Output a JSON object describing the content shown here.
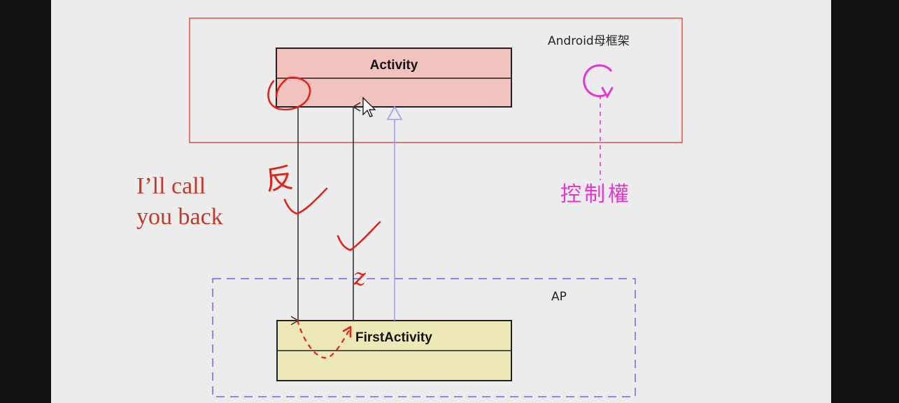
{
  "framework_box": {
    "label": "Android母框架"
  },
  "activity_class": {
    "name": "Activity"
  },
  "ap_box": {
    "label": "AP"
  },
  "first_activity_class": {
    "name": "FirstActivity"
  },
  "annotation": {
    "line1": "I’ll call",
    "line2": "you back"
  },
  "control_label": {
    "text": "控制權"
  },
  "handwritten": {
    "reverse_char": "反",
    "mark_char": "z"
  },
  "colors": {
    "slide_bg": "#ececec",
    "framework_border": "#e8564b",
    "activity_fill": "#f2c2be",
    "ap_border": "#8a87f0",
    "first_activity_fill": "#ece9b6",
    "ink_red": "#e0241b",
    "magenta": "#e535d3",
    "inheritance": "#9b9cf5"
  }
}
